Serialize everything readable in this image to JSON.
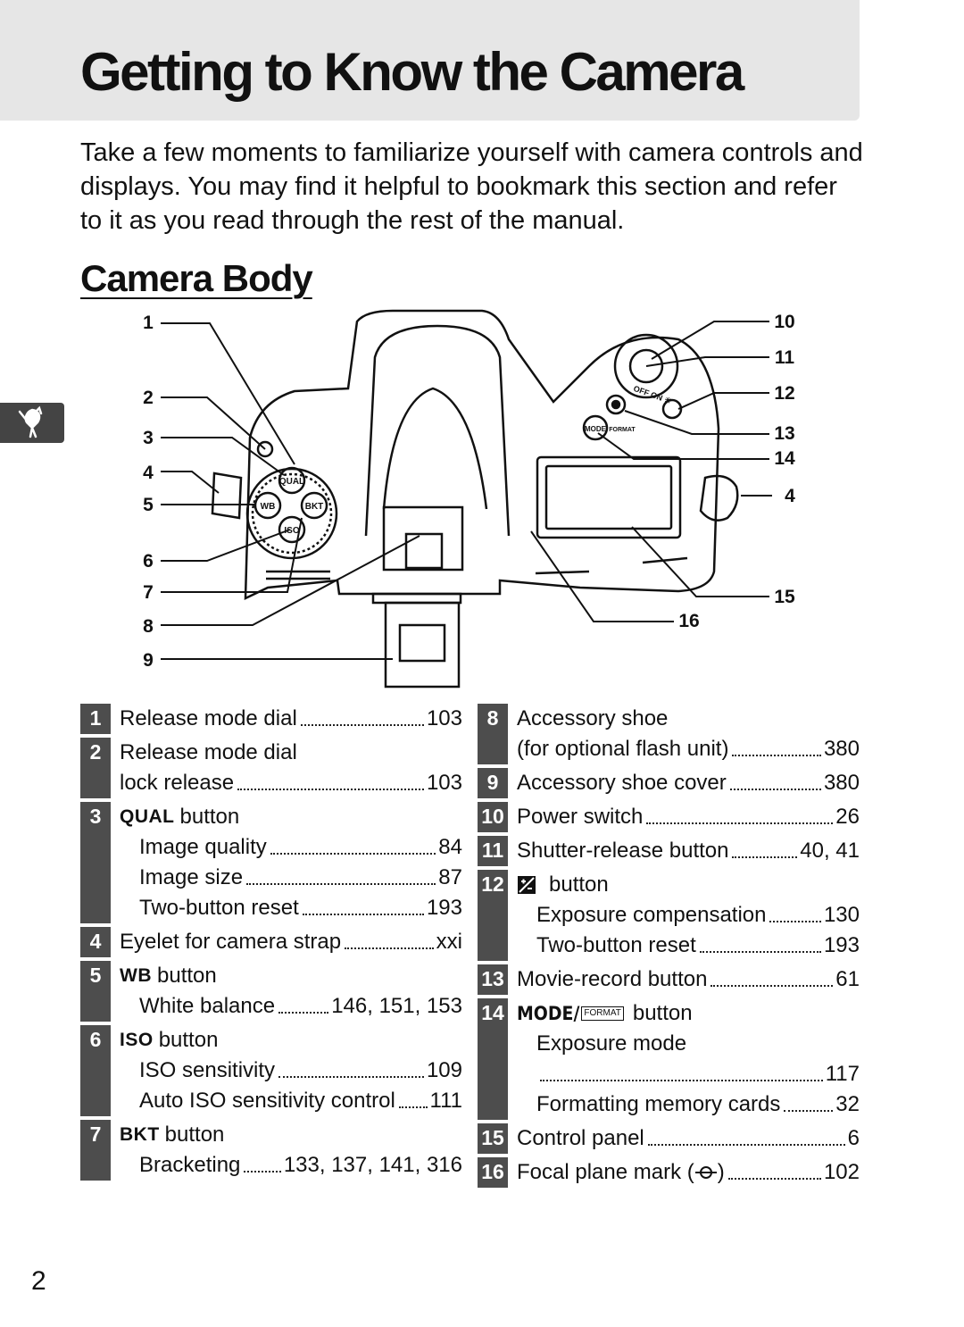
{
  "header": {
    "title": "Getting to Know the Camera",
    "intro": "Take a few moments to familiarize yourself with camera controls and displays.  You may find it helpful to bookmark this section and refer to it as you read through the rest of the manual."
  },
  "section": {
    "title": "Camera Body"
  },
  "diagram": {
    "left_callouts": [
      "1",
      "2",
      "3",
      "4",
      "5",
      "6",
      "7",
      "8",
      "9"
    ],
    "right_callouts": [
      "10",
      "11",
      "12",
      "13",
      "14",
      "4",
      "15",
      "16"
    ],
    "dial_labels": {
      "qual": "QUAL",
      "wb": "WB",
      "bkt": "BKT",
      "iso": "ISO",
      "mode": "MODE",
      "format": "FORMAT",
      "power": "OFF  ON  ☀"
    }
  },
  "legend_left": [
    {
      "num": "1",
      "lines": [
        {
          "label": "Release mode dial",
          "page": "103"
        }
      ]
    },
    {
      "num": "2",
      "lines": [
        {
          "label": "Release mode dial"
        },
        {
          "label": "lock release",
          "page": "103"
        }
      ]
    },
    {
      "num": "3",
      "head": "QUAL",
      "head_suffix": "button",
      "lines": [
        {
          "label": "Image quality",
          "page": "84"
        },
        {
          "label": "Image size",
          "page": "87"
        },
        {
          "label": "Two-button reset",
          "page": "193"
        }
      ]
    },
    {
      "num": "4",
      "lines": [
        {
          "label": "Eyelet for camera strap",
          "page": "xxi"
        }
      ]
    },
    {
      "num": "5",
      "head": "WB",
      "head_suffix": "button",
      "lines": [
        {
          "label": "White balance",
          "page": "146, 151, 153"
        }
      ]
    },
    {
      "num": "6",
      "head": "ISO",
      "head_suffix": "button",
      "lines": [
        {
          "label": "ISO sensitivity",
          "page": "109"
        },
        {
          "label": "Auto ISO sensitivity control",
          "page": "111"
        }
      ]
    },
    {
      "num": "7",
      "head": "BKT",
      "head_suffix": "button",
      "lines": [
        {
          "label": "Bracketing",
          "page": "133, 137, 141, 316"
        }
      ]
    }
  ],
  "legend_right": [
    {
      "num": "8",
      "lines": [
        {
          "label": "Accessory shoe"
        },
        {
          "label": "(for optional flash unit)",
          "page": "380"
        }
      ]
    },
    {
      "num": "9",
      "lines": [
        {
          "label": "Accessory shoe cover",
          "page": "380"
        }
      ]
    },
    {
      "num": "10",
      "lines": [
        {
          "label": "Power switch",
          "page": "26"
        }
      ]
    },
    {
      "num": "11",
      "lines": [
        {
          "label": "Shutter-release button",
          "page": "40, 41"
        }
      ]
    },
    {
      "num": "12",
      "head_suffix": "button",
      "icon": "exposure-compensation-icon",
      "lines": [
        {
          "label": "Exposure compensation",
          "page": "130"
        },
        {
          "label": "Two-button reset",
          "page": "193"
        }
      ]
    },
    {
      "num": "13",
      "lines": [
        {
          "label": "Movie-record button",
          "page": "61"
        }
      ]
    },
    {
      "num": "14",
      "head": "MODE",
      "head_sep": "/",
      "head_format": "FORMAT",
      "head_suffix": "button",
      "lines": [
        {
          "label": "Exposure mode"
        },
        {
          "label": "",
          "page": "117"
        },
        {
          "label": "Formatting memory cards",
          "page": "32"
        }
      ]
    },
    {
      "num": "15",
      "lines": [
        {
          "label": "Control panel",
          "page": "6"
        }
      ]
    },
    {
      "num": "16",
      "lines": [
        {
          "label": "Focal plane mark (",
          "label_after": ")",
          "symbol": "focal-plane-icon",
          "page": "102"
        }
      ]
    }
  ],
  "footer": {
    "page_number": "2"
  },
  "side_tab": {
    "icon": "rooster-icon"
  }
}
